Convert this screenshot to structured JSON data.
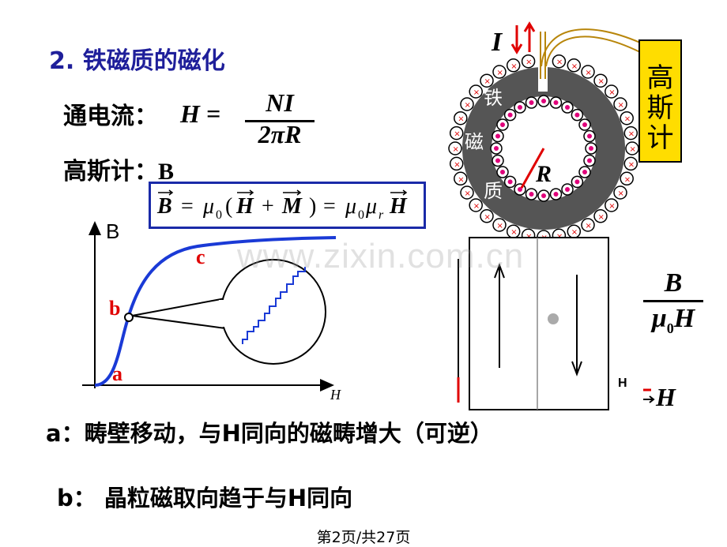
{
  "slide": {
    "title": "2. 铁磁质的磁化",
    "current_label": "通电流：",
    "current_formula": {
      "lhs": "H =",
      "numerator": "NI",
      "denominator": "2πR"
    },
    "gauss_label": "高斯计：",
    "gauss_symbol": "B",
    "boxed_formula": {
      "B": "B",
      "eq1": "=",
      "mu0": "μ",
      "mu0_sub": "0",
      "lparen": "(",
      "H": "H",
      "plus": "+",
      "M": "M",
      "rparen": ")",
      "eq2": "=",
      "mu0b": "μ",
      "mu0b_sub": "0",
      "mur": "μ",
      "mur_sub": "r",
      "H2": "H"
    },
    "statement_a": "a：畴壁移动，与H同向的磁畴增大（可逆）",
    "statement_b": "b：  晶粒磁取向趋于与H同向",
    "footer": "第2页/共27页",
    "watermark": "www.zixin.com.cn"
  },
  "graph": {
    "y_axis_label": "B",
    "x_axis_label": "H",
    "point_labels": {
      "a": "a",
      "b": "b",
      "c": "c"
    }
  },
  "toroid": {
    "current_label": "I",
    "core_chars": [
      "铁",
      "磁",
      "质"
    ],
    "radius_label": "R",
    "gauss_meter_label": [
      "高",
      "斯",
      "计"
    ]
  },
  "domain_diagram": {
    "h_small_label": "H",
    "h_vec_label": "H"
  },
  "ratio": {
    "numerator": "B",
    "denominator": "μ",
    "denominator_sub": "0",
    "denominator_var": "H"
  },
  "colors": {
    "title": "#1f1f9a",
    "curve": "#1a3ad6",
    "label_red": "#e00000",
    "box_border": "#1a2aa8",
    "gauss": "#ffdd00"
  }
}
